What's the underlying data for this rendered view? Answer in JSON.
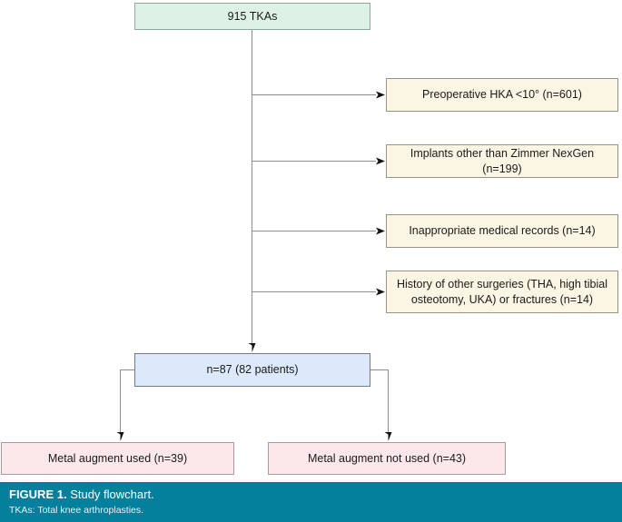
{
  "figure": {
    "caption_label": "FIGURE 1.",
    "caption_title": " Study flowchart.",
    "caption_note": "TKAs: Total knee arthroplasties.",
    "caption_bg_color": "#04809c"
  },
  "flowchart": {
    "top_box": {
      "label": "915 TKAs",
      "fill": "#def1e5"
    },
    "exclusions": [
      {
        "label": "Preoperative HKA <10° (n=601)"
      },
      {
        "label": "Implants other than Zimmer NexGen (n=199)"
      },
      {
        "label": "Inappropriate medical records (n=14)"
      },
      {
        "label": "History of other surgeries (THA, high tibial osteotomy, UKA) or fractures (n=14)"
      }
    ],
    "exclusion_fill": "#fbf5e4",
    "cohort_box": {
      "label": "n=87 (82 patients)",
      "fill": "#dbe9fb"
    },
    "outcomes": [
      {
        "label": "Metal augment used (n=39)"
      },
      {
        "label": "Metal augment not used (n=43)"
      }
    ],
    "outcome_fill": "#fce8eb",
    "connector_color": "#8c8c8c",
    "arrowhead_color": "#111111"
  }
}
